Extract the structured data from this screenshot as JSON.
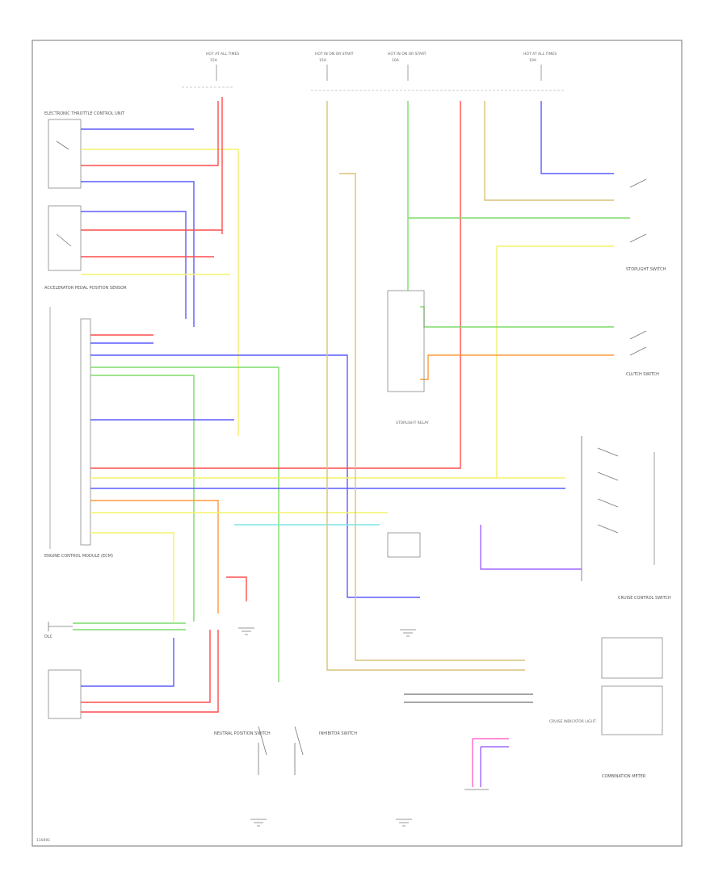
{
  "figure_id": "110491",
  "components": {
    "electronic_throttle_control": "ELECTRONIC THROTTLE CONTROL UNIT",
    "throttle_position_sensor": "ACCELERATOR PEDAL POSITION SENSOR",
    "engine_control_module": "ENGINE CONTROL MODULE (ECM)",
    "data_link": "DLC",
    "cruise_control_switch": "CRUISE CONTROL SWITCH",
    "stoplight_switch": "STOPLIGHT SWITCH",
    "clutch_switch": "CLUTCH SWITCH",
    "neutral_position_switch": "NEUTRAL POSITION SWITCH",
    "inhibitor_switch": "INHIBITOR SWITCH",
    "combination_meter": "COMBINATION METER",
    "cruise_indicator": "CRUISE INDICATOR LIGHT",
    "dual_stoplight_relay": "STOPLIGHT RELAY"
  },
  "fuses": [
    {
      "label": "HOT AT ALL TIMES",
      "rating": "15A"
    },
    {
      "label": "HOT IN ON OR START",
      "rating": "15A"
    },
    {
      "label": "HOT IN ON OR START",
      "rating": "10A"
    },
    {
      "label": "HOT AT ALL TIMES",
      "rating": "10A"
    }
  ],
  "wire_colors": {
    "red": "#ff4d4d",
    "yellow": "#f3f36a",
    "blue": "#5c5cff",
    "green": "#7ddc6a",
    "orange": "#ff9a3c",
    "pink": "#ff66cc",
    "purple": "#a066ff",
    "cyan": "#7fe6e6",
    "tan": "#d9c27a",
    "black": "#888888"
  }
}
